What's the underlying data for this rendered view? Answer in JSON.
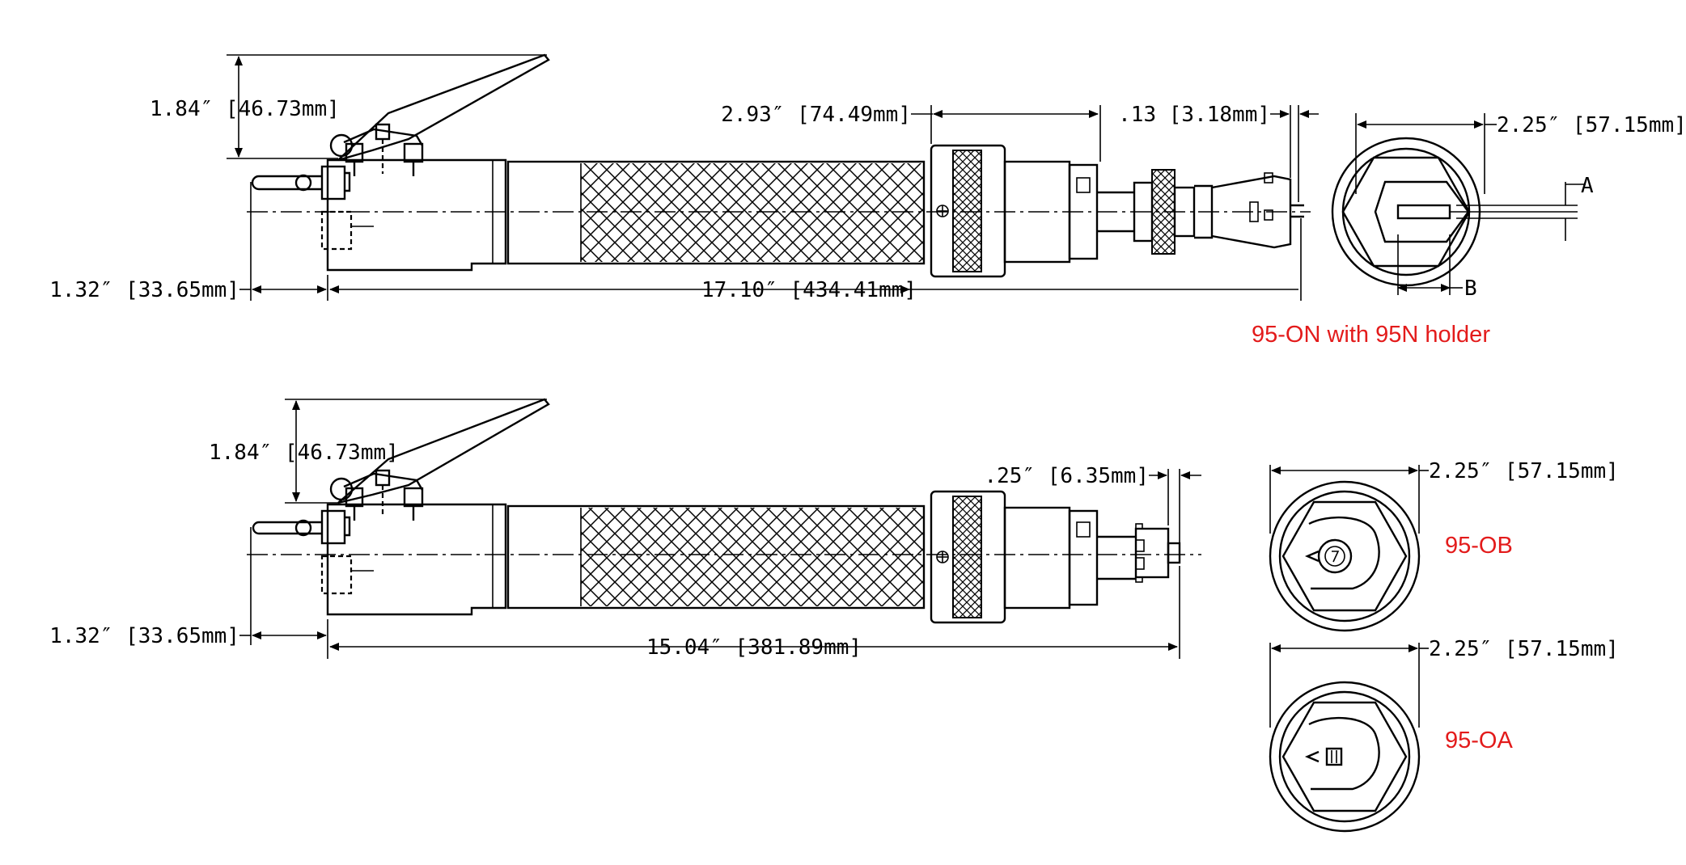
{
  "colors": {
    "line": "#000000",
    "label": "#e31b1b",
    "background": "#ffffff"
  },
  "views": {
    "top": {
      "lever_height": "1.84″ [46.73mm]",
      "offset": "1.32″ [33.65mm]",
      "overall_length": "17.10″ [434.41mm]",
      "nose_length": "2.93″ [74.49mm]",
      "tip_extension": ".13 [3.18mm]",
      "end_diameter": "2.25″ [57.15mm]",
      "callout_a": "A",
      "callout_b": "B",
      "model_label": "95-ON with 95N holder"
    },
    "bottom": {
      "lever_height": "1.84″ [46.73mm]",
      "offset": "1.32″ [33.65mm]",
      "overall_length": "15.04″ [381.89mm]",
      "tip_extension": ".25″ [6.35mm]"
    },
    "end_views": [
      {
        "diameter": "2.25″ [57.15mm]",
        "model_label": "95-OB"
      },
      {
        "diameter": "2.25″ [57.15mm]",
        "model_label": "95-OA"
      }
    ]
  }
}
